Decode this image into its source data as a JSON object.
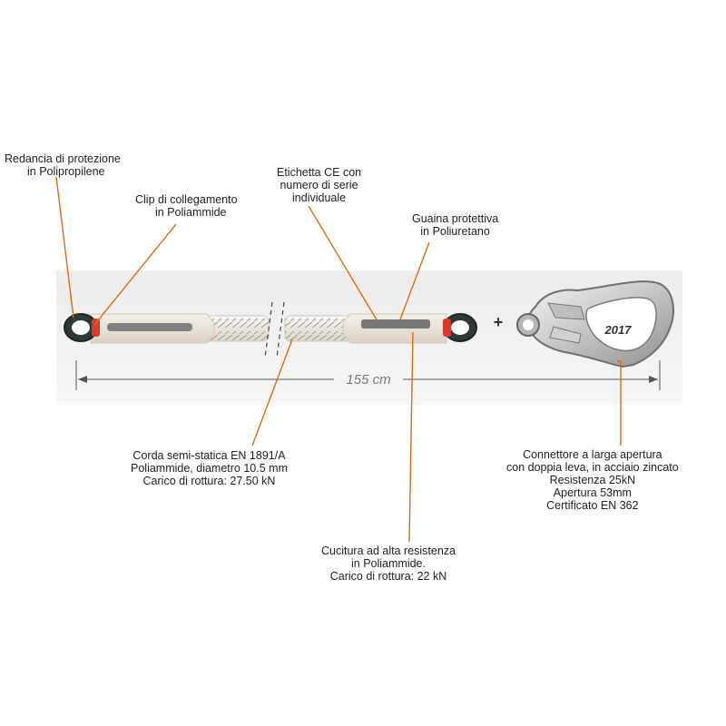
{
  "accent_color": "#e06a12",
  "labels": {
    "redancia": [
      "Redancia di protezione",
      "in Polipropilene"
    ],
    "clip": [
      "Clip di collegamento",
      "in Poliammide"
    ],
    "etichetta": [
      "Etichetta CE con",
      "numero di serie",
      "individuale"
    ],
    "guaina": [
      "Guaina protettiva",
      "in Poliuretano"
    ],
    "corda": [
      "Corda semi-statica EN 1891/A",
      "Poliammide, diametro 10.5 mm",
      "Carico di rottura: 27.50 kN"
    ],
    "cucitura": [
      "Cucitura ad alta resistenza",
      "in Poliammide.",
      "Carico di rottura: 22 kN"
    ],
    "connettore": [
      "Connettore a larga apertura",
      "con doppia leva, in acciaio zincato",
      "Resistenza 25kN",
      "Apertura 53mm",
      "Certificato EN 362"
    ]
  },
  "dimension_text": "155 cm",
  "plus_sign": "+",
  "hook_marking": "2017"
}
